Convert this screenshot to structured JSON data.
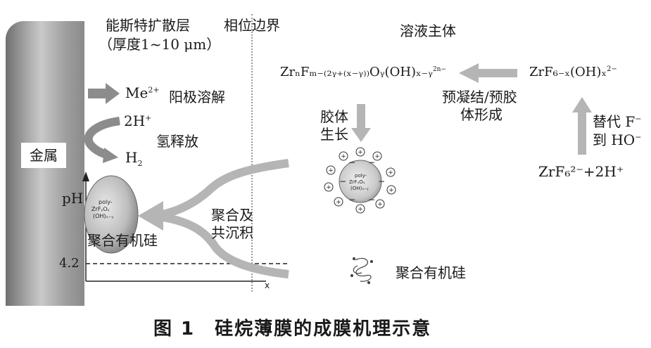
{
  "labels": {
    "nernst_layer": "能斯特扩散层",
    "thickness": "（厚度1~10 μm）",
    "phase_boundary": "相位边界",
    "solution_bulk": "溶液主体",
    "metal": "金属",
    "me_ion": "Me",
    "me_sup": "2+",
    "anodic_dissolution": "阳极溶解",
    "two_h": "2H",
    "h_plus_sup": "+",
    "hydrogen_release": "氢释放",
    "h2": "H",
    "h2_sub": "2",
    "ph": "pH",
    "ph_value": "4.2",
    "x_axis": "x",
    "polymer_si_left": "聚合有机硅",
    "polymerization": "聚合及",
    "coprecipitation": "共沉积",
    "colloid_growth_1": "胶体",
    "colloid_growth_2": "生长",
    "precondensation_1": "预凝结/预胶",
    "precondensation_2": "体形成",
    "substitution_1": "替代 F",
    "substitution_2": "到 HO",
    "polymer_si_right": "聚合有机硅",
    "particle_line1": "poly-",
    "particle_line2": "ZrFᵧOᵧ",
    "particle_line3": "(OH)ₓ₋ᵧ",
    "caption": "图 1　硅烷薄膜的成膜机理示意"
  },
  "formulas": {
    "zr_complex": "ZrₙFₘ₋₍₂ᵧ₊₍ₓ₋ᵧ₎₎Oᵧ(OH)ₓ₋ᵧ",
    "zr_complex_charge": "2n−",
    "zrf_oh": "ZrF₆₋ₓ(OH)ₓ",
    "zrf_oh_charge": "2−",
    "zrf6_reaction": "ZrF₆²⁻+2H⁺"
  }
}
